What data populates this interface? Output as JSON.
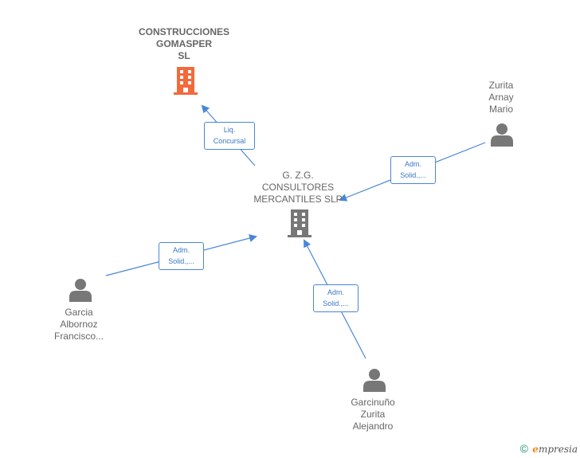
{
  "colors": {
    "edge": "#4a86d8",
    "company_highlight": "#f26a3c",
    "company": "#777777",
    "person": "#777777",
    "label_text": "#666666"
  },
  "nodes": {
    "construcciones": {
      "lines": [
        "CONSTRUCCIONES",
        "GOMASPER",
        "SL"
      ],
      "icon": "building-icon"
    },
    "gzg": {
      "lines": [
        "G. Z.G.",
        "CONSULTORES",
        "MERCANTILES SLP"
      ],
      "icon": "building-icon"
    },
    "zurita_arnay": {
      "lines": [
        "Zurita",
        "Arnay",
        "Mario"
      ],
      "icon": "person-icon"
    },
    "garcia_albornoz": {
      "lines": [
        "Garcia",
        "Albornoz",
        "Francisco..."
      ],
      "icon": "person-icon"
    },
    "garcinuno": {
      "lines": [
        "Garcinuño",
        "Zurita",
        "Alejandro"
      ],
      "icon": "person-icon"
    }
  },
  "edges": {
    "liq": [
      "Liq.",
      "Concursal"
    ],
    "zurita": [
      "Adm.",
      "Solid.,..."
    ],
    "garcia": [
      "Adm.",
      "Solid.,..."
    ],
    "garcinuno": [
      "Adm.",
      "Solid.,..."
    ]
  },
  "footer": {
    "copyright": "©",
    "brand_initial": "e",
    "brand_rest": "mpresia"
  }
}
